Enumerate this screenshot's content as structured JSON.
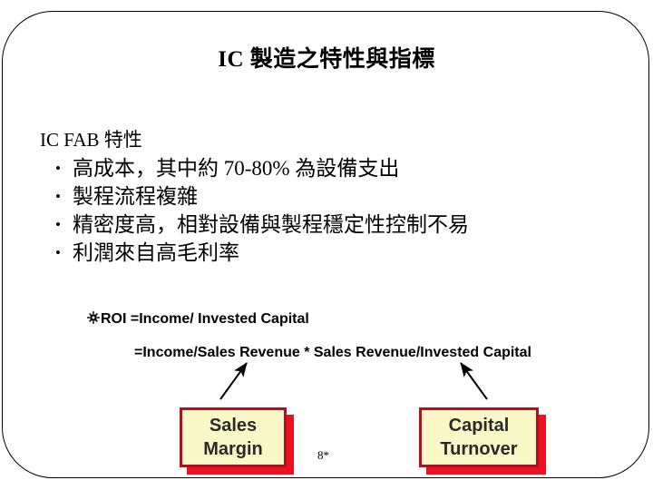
{
  "slide": {
    "title": "IC 製造之特性與指標",
    "heading": "IC FAB 特性",
    "bullets": [
      {
        "text": "高成本，其中約  70-80% 為設備支出",
        "marker": "•"
      },
      {
        "text": "製程流程複雜",
        "marker": "•"
      },
      {
        "text": "精密度高，相對設備與製程穩定性控制不易",
        "marker": "•"
      },
      {
        "text": "利潤來自高毛利率",
        "marker": "•"
      }
    ],
    "roi": {
      "marker_icon": "gear-sun-bullet-icon",
      "text": "ROI =Income/ Invested Capital"
    },
    "formula": "=Income/Sales Revenue * Sales Revenue/Invested Capital",
    "boxes": [
      {
        "label": "Sales\nMargin",
        "name": "sales-margin"
      },
      {
        "label": "Capital\nTurnover",
        "name": "capital-turnover"
      }
    ],
    "page_number": "8*",
    "colors": {
      "box_fill": "#FBF8C8",
      "box_border": "#B01020",
      "box_shadow": "#EE1122",
      "frame_border": "#000000",
      "text": "#000000"
    }
  }
}
